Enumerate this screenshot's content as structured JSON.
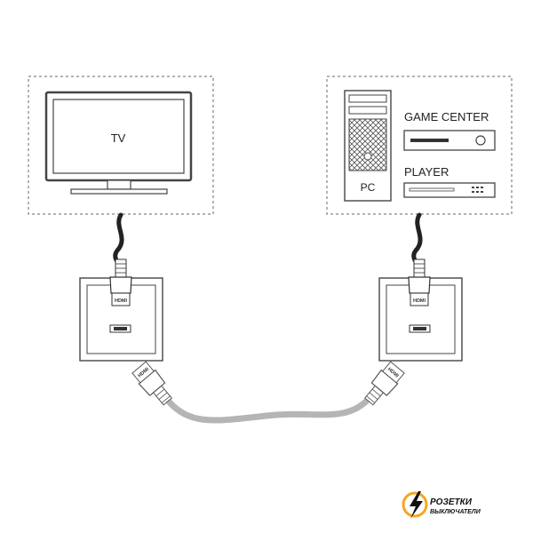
{
  "tv": {
    "label": "TV"
  },
  "pc": {
    "label": "PC"
  },
  "devices": {
    "game_center": "GAME CENTER",
    "player": "PLAYER"
  },
  "connector": {
    "label": "HDMI"
  },
  "brand": {
    "line1": "РОЗЕТКИ",
    "line2": "ВЫКЛЮЧАТЕЛИ"
  },
  "colors": {
    "outline": "#555555",
    "cable_black": "#222222",
    "cable_gray": "#b5b5b5",
    "brand_orange": "#f5a623"
  }
}
